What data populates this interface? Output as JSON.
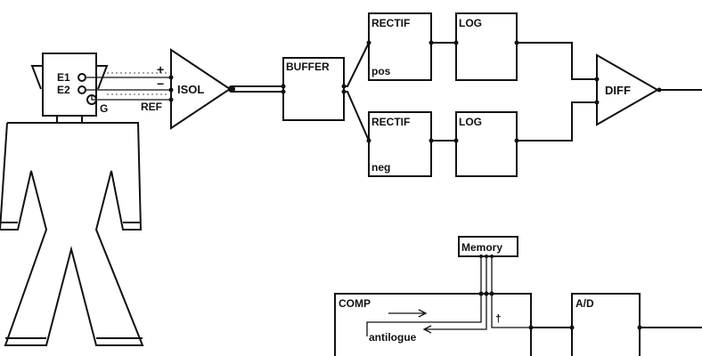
{
  "electrodes": {
    "e1": "E1",
    "e2": "E2",
    "ground": "G"
  },
  "amplifier": {
    "label": "ISOL",
    "plus": "+",
    "minus": "−",
    "ref": "REF"
  },
  "buffer": {
    "label": "BUFFER"
  },
  "rectifier_pos": {
    "label": "RECTIF",
    "sub": "pos"
  },
  "rectifier_neg": {
    "label": "RECTIF",
    "sub": "neg"
  },
  "log_top": {
    "label": "LOG"
  },
  "log_bottom": {
    "label": "LOG"
  },
  "diff": {
    "label": "DIFF"
  },
  "memory": {
    "label": "Memory"
  },
  "comp": {
    "label": "COMP",
    "antilogue": "antilogue",
    "marker": "†"
  },
  "adc": {
    "label": "A/D"
  }
}
